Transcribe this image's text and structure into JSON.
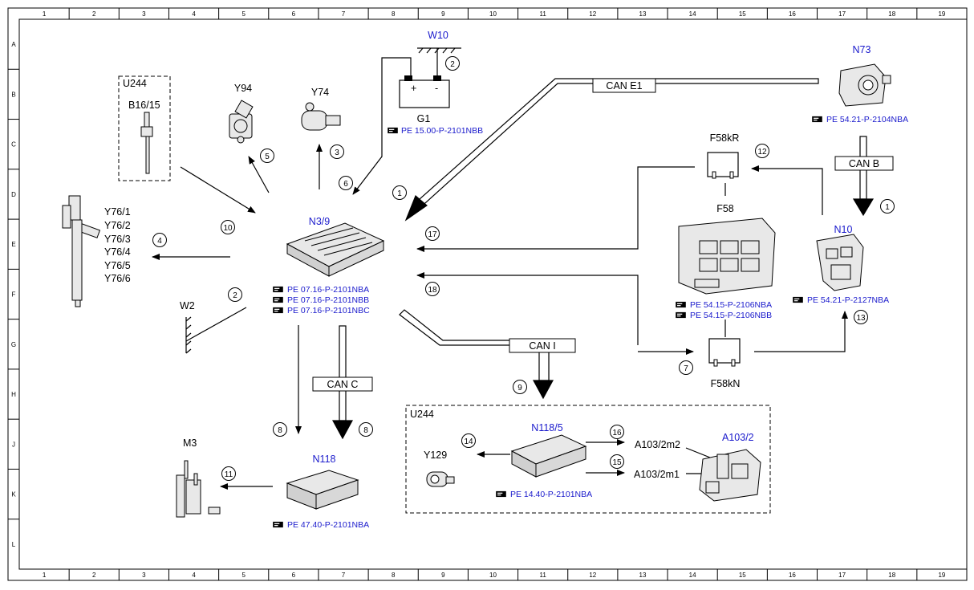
{
  "frame": {
    "columns": [
      "1",
      "2",
      "3",
      "4",
      "5",
      "6",
      "7",
      "8",
      "9",
      "10",
      "11",
      "12",
      "13",
      "14",
      "15",
      "16",
      "17",
      "18",
      "19"
    ],
    "rows": [
      "A",
      "B",
      "C",
      "D",
      "E",
      "F",
      "G",
      "H",
      "J",
      "K",
      "L"
    ]
  },
  "components": {
    "w10": "W10",
    "g1": "G1",
    "g1_plus": "+",
    "g1_minus": "-",
    "n73": "N73",
    "f58kr": "F58kR",
    "f58": "F58",
    "f58kn": "F58kN",
    "n10": "N10",
    "n39": "N3/9",
    "u244_left": "U244",
    "b1615": "B16/15",
    "y94": "Y94",
    "y74": "Y74",
    "y76": [
      "Y76/1",
      "Y76/2",
      "Y76/3",
      "Y76/4",
      "Y76/5",
      "Y76/6"
    ],
    "w2": "W2",
    "m3": "M3",
    "n118": "N118",
    "u244_box": "U244",
    "n1185": "N118/5",
    "y129": "Y129",
    "a1032": "A103/2",
    "a1032m2": "A103/2m2",
    "a1032m1": "A103/2m1"
  },
  "buses": {
    "can_e1": "CAN E1",
    "can_b": "CAN B",
    "can_c": "CAN C",
    "can_i": "CAN I"
  },
  "refs": {
    "g1": "PE 15.00-P-2101NBB",
    "n73": "PE 54.21-P-2104NBA",
    "n39": [
      "PE 07.16-P-2101NBA",
      "PE 07.16-P-2101NBB",
      "PE 07.16-P-2101NBC"
    ],
    "f58": [
      "PE 54.15-P-2106NBA",
      "PE 54.15-P-2106NBB"
    ],
    "n10": "PE 54.21-P-2127NBA",
    "n1185": "PE 14.40-P-2101NBA",
    "n118": "PE 47.40-P-2101NBA"
  },
  "callouts": {
    "c1a": "1",
    "c1b": "1",
    "c2a": "2",
    "c2b": "2",
    "c3": "3",
    "c4": "4",
    "c5": "5",
    "c6": "6",
    "c7": "7",
    "c8a": "8",
    "c8b": "8",
    "c9": "9",
    "c10": "10",
    "c11": "11",
    "c12": "12",
    "c13": "13",
    "c14": "14",
    "c15": "15",
    "c16": "16",
    "c17": "17",
    "c18": "18"
  },
  "colors": {
    "ink": "#000000",
    "link_blue": "#1a1acc",
    "fill_grey": "#e8e8e8"
  }
}
